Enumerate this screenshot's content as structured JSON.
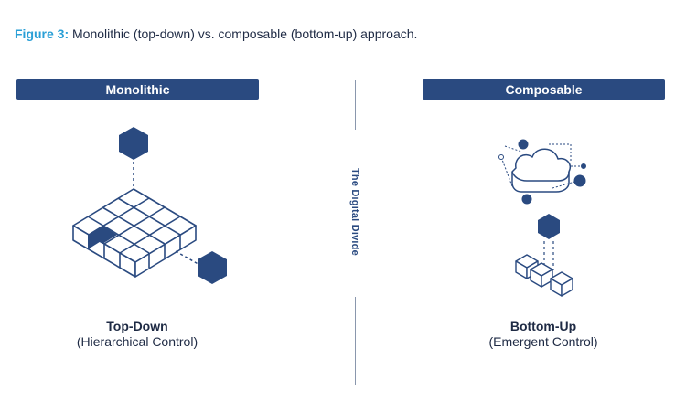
{
  "figure": {
    "number": "Figure 3:",
    "title": "Monolithic (top-down) vs. composable (bottom-up) approach."
  },
  "divider_label": "The Digital Divide",
  "left": {
    "header": "Monolithic",
    "label_main": "Top-Down",
    "label_sub": "(Hierarchical Control)"
  },
  "right": {
    "header": "Composable",
    "label_main": "Bottom-Up",
    "label_sub": "(Emergent Control)"
  },
  "colors": {
    "navy": "#2a4a80",
    "caption_accent": "#2a9fd6",
    "text": "#1e2a44"
  }
}
